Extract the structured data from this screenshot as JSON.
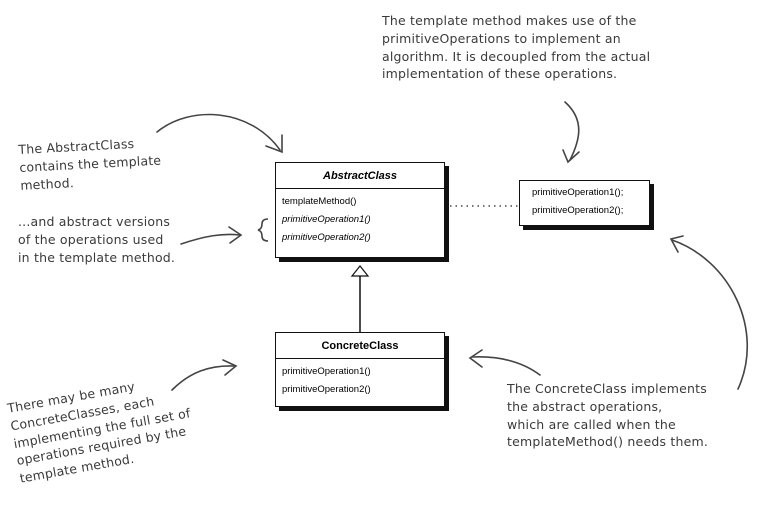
{
  "notes": {
    "top_right": [
      "The template method makes use of the",
      "primitiveOperations to implement an",
      "algorithm.  It is decoupled from the actual",
      "implementation of these operations."
    ],
    "left_top": [
      "The AbstractClass",
      "contains the template",
      "method."
    ],
    "left_mid": [
      "...and abstract versions",
      "of the operations used",
      "in the template method."
    ],
    "bottom_left": [
      "There may be many",
      "ConcreteClasses, each",
      "implementing the full set of",
      "operations required by the",
      "template method."
    ],
    "bottom_right": [
      "The ConcreteClass implements",
      "the abstract operations,",
      "which are called when the",
      "templateMethod() needs them."
    ]
  },
  "abstract_class": {
    "name": "AbstractClass",
    "operations": [
      {
        "label": "templateMethod()",
        "italic": false
      },
      {
        "label": "primitiveOperation1()",
        "italic": true
      },
      {
        "label": "primitiveOperation2()",
        "italic": true
      }
    ]
  },
  "concrete_class": {
    "name": "ConcreteClass",
    "operations": [
      {
        "label": "primitiveOperation1()",
        "italic": false
      },
      {
        "label": "primitiveOperation2()",
        "italic": false
      }
    ]
  },
  "template_note": {
    "lines": [
      "primitiveOperation1();",
      "primitiveOperation2();"
    ]
  }
}
